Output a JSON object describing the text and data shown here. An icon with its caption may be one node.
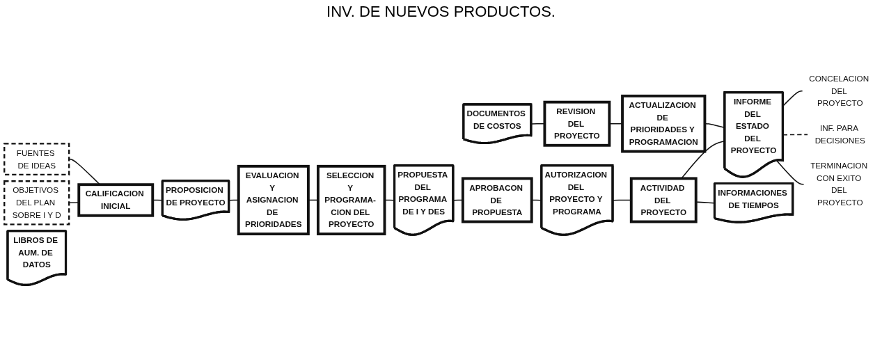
{
  "diagram": {
    "title": "INV. DE NUEVOS PRODUCTOS.",
    "nodes": [
      {
        "text": [
          "FUENTES DE IDEAS"
        ]
      },
      {
        "text": [
          "OBJETIVOS DEL PLAN SOBRE I Y D"
        ]
      },
      {
        "text": [
          "CALIFICACION INICIAL"
        ]
      },
      {
        "text": [
          "PROPOSICION DE PROYECTO"
        ]
      },
      {
        "text": [
          "EVALUACION Y ASIGNACION DE PRIORIDADES"
        ]
      },
      {
        "text": [
          "SELECCION Y PROGRAMA- CION DEL PROYECTO"
        ]
      },
      {
        "text": [
          "PROPUESTA DEL PROGRAMA DE I Y DES"
        ]
      },
      {
        "text": [
          "APROBACON DE PROPUESTA"
        ]
      },
      {
        "text": [
          "INFORME DEL ESTADO DEL PROYECTO"
        ]
      },
      {
        "text": [
          "ACTUALIZACION DE PRIORIDADES Y PROGRAMACION"
        ]
      },
      {
        "text": [
          "REVISION DEL PROYECTO"
        ]
      },
      {
        "text": [
          "DOCUMENTOS DE COSTOS"
        ]
      },
      {
        "text": [
          "INFORMACIONES DE TIEMPOS"
        ]
      },
      {
        "text": [
          "LIBROS DE AUM. DE DATOS"
        ]
      },
      {
        "text": [
          "ACTIVIDAD DEL PROYECTO"
        ]
      },
      {
        "text": [
          "AUTORIZACION DEL PROYECTO Y PROGRAMA"
        ]
      },
      {
        "text": [
          "CONCELACION DEL PROYECTO"
        ]
      },
      {
        "text": [
          "INF. PARA DECISIONES"
        ]
      },
      {
        "text": [
          "TERMINACION CON EXITO DEL PROYECTO"
        ]
      }
    ],
    "edges": [
      {
        "from": 0,
        "to": 2,
        "arrow": "none"
      },
      {
        "from": 1,
        "to": 2,
        "arrow": "none"
      },
      {
        "from": 2,
        "to": 3,
        "arrow": "none"
      },
      {
        "from": 3,
        "to": 4,
        "arrow": "none"
      },
      {
        "from": 4,
        "to": 5,
        "arrow": "none"
      },
      {
        "from": 5,
        "to": 6,
        "arrow": "none"
      },
      {
        "from": 6,
        "to": 7,
        "arrow": "none"
      },
      {
        "from": 7,
        "to": 15,
        "arrow": "none"
      },
      {
        "from": 15,
        "to": 14,
        "arrow": "none"
      },
      {
        "from": 14,
        "to": 12,
        "arrow": "none"
      },
      {
        "from": 11,
        "to": 10,
        "arrow": "none"
      },
      {
        "from": 10,
        "to": 9,
        "arrow": "none"
      },
      {
        "from": 9,
        "to": 8,
        "arrow": "none"
      },
      {
        "from": 14,
        "to": 8,
        "arrow": "none"
      },
      {
        "from": 8,
        "to": 16,
        "arrow": "none"
      },
      {
        "from": 8,
        "to": 17,
        "arrow": "none",
        "style": "dashed"
      },
      {
        "from": 8,
        "to": 18,
        "arrow": "none"
      }
    ]
  }
}
